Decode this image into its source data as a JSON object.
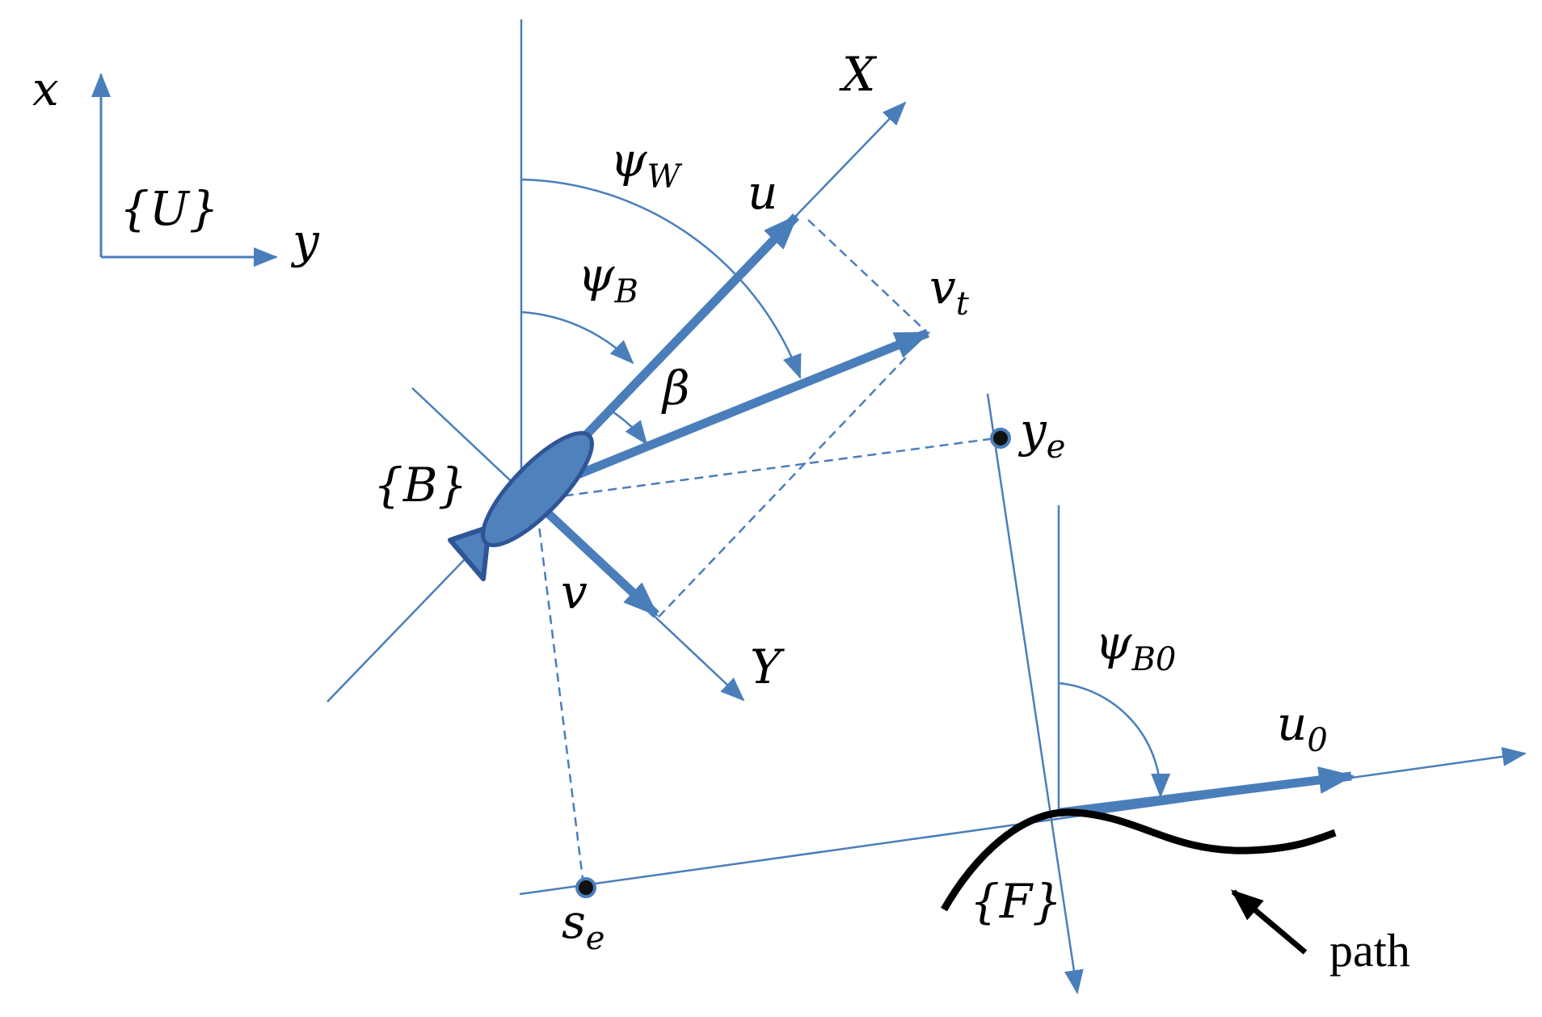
{
  "labels": {
    "frame_u_x": "x",
    "frame_u_y": "y",
    "frame_u": "{U}",
    "body_x": "X",
    "body_y": "Y",
    "frame_b": "{B}",
    "frame_f": "{F}",
    "surge": "u",
    "sway": "v",
    "vt_main": "v",
    "vt_sub": "t",
    "psi_w_main": "ψ",
    "psi_w_sub": "W",
    "psi_b_main": "ψ",
    "psi_b_sub": "B",
    "beta": "β",
    "ye_main": "y",
    "ye_sub": "e",
    "se_main": "s",
    "se_sub": "e",
    "psi_b0_main": "ψ",
    "psi_b0_sub": "B0",
    "u0_main": "u",
    "u0_sub": "0",
    "path": "path"
  },
  "colors": {
    "accent": "#4a7ebb",
    "vehicle_fill": "#4f81bd",
    "vehicle_stroke": "#2f5597",
    "path": "#000000",
    "text": "#000000"
  }
}
